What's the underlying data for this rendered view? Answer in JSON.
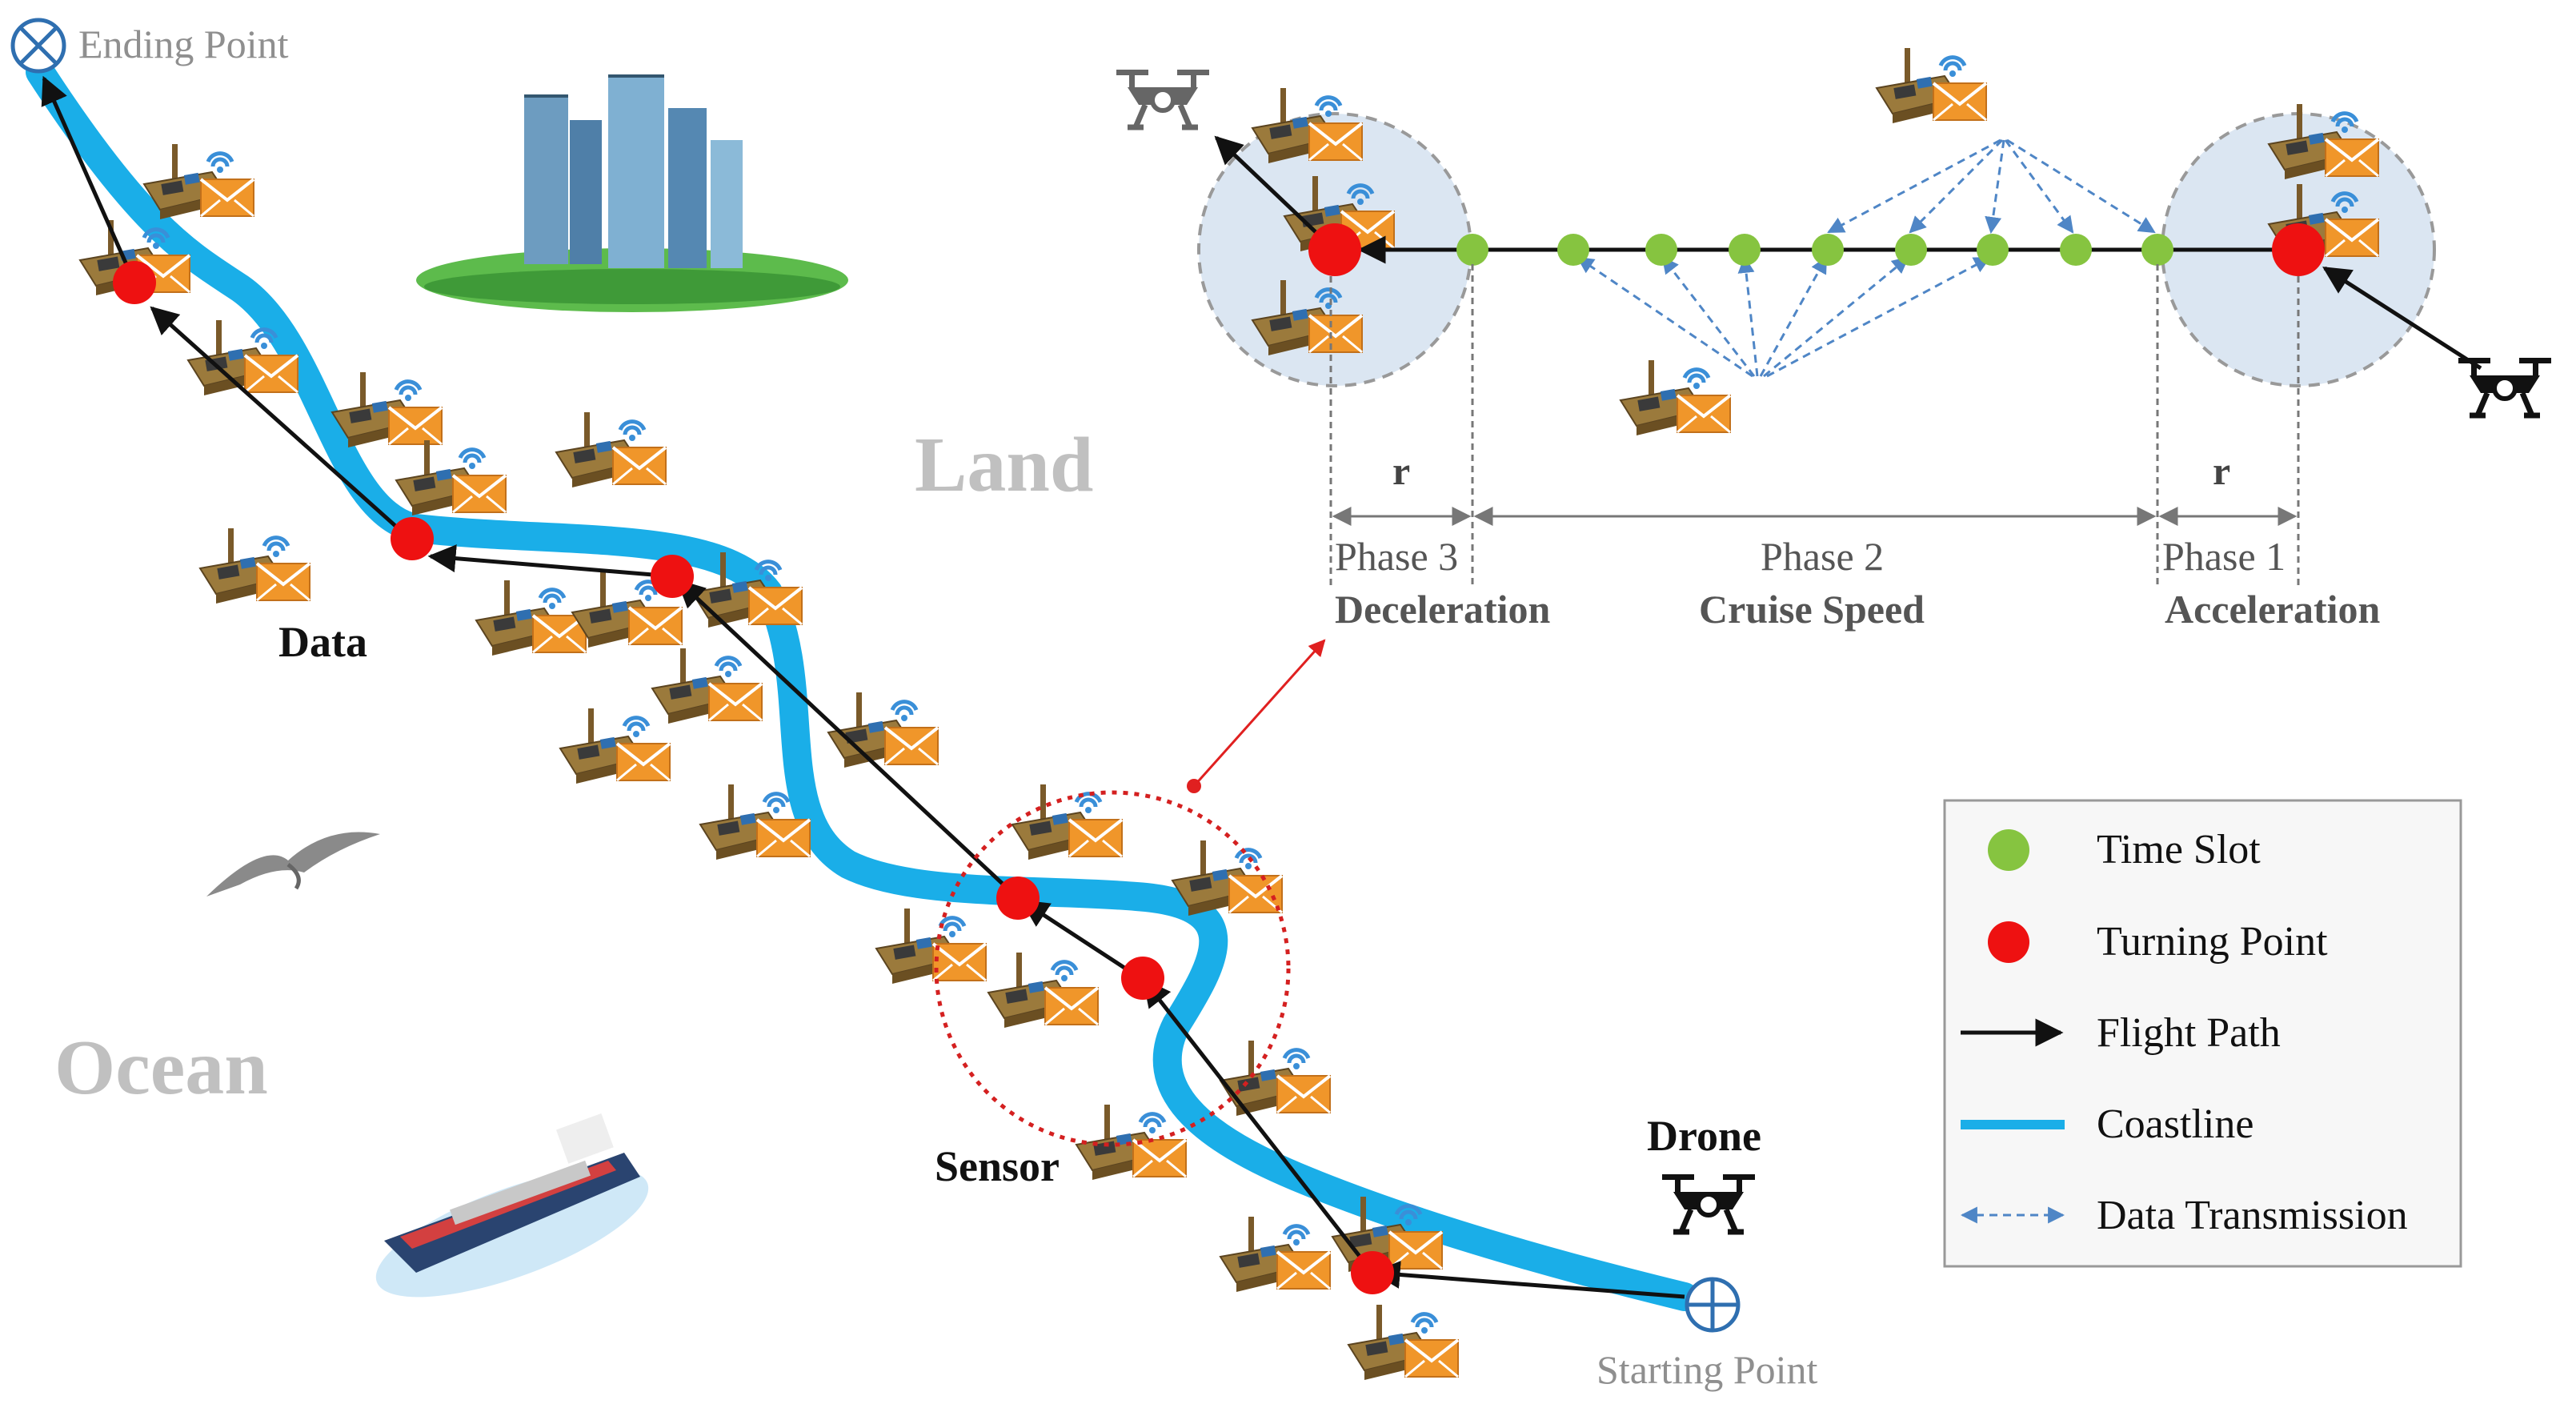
{
  "labels": {
    "land": "Land",
    "ocean": "Ocean",
    "data": "Data",
    "sensor": "Sensor",
    "drone": "Drone",
    "starting_point": "Starting Point",
    "ending_point": "Ending Point"
  },
  "phases": {
    "r_left": "r",
    "r_right": "r",
    "phase3": "Phase 3",
    "phase2": "Phase 2",
    "phase1": "Phase 1",
    "deceleration": "Deceleration",
    "cruise": "Cruise Speed",
    "acceleration": "Acceleration"
  },
  "legend": {
    "time_slot": "Time Slot",
    "turning_point": "Turning Point",
    "flight_path": "Flight Path",
    "coastline": "Coastline",
    "data_transmission": "Data Transmission"
  },
  "colors": {
    "coastline": "#1aaee8",
    "turning_point": "#ee1111",
    "time_slot": "#86c440",
    "data_transmission": "#4f86c6",
    "phase_circle_fill": "#dbe6f2",
    "envelope": "#f0962a",
    "zoom_circle": "#d42020"
  },
  "icons": {
    "drone": "drone-icon",
    "sensor": "sensor-node-icon",
    "envelope": "envelope-icon",
    "start": "crosshair-circle-icon",
    "end": "cross-circle-icon",
    "city": "city-island-icon",
    "bird": "seagull-icon",
    "ship": "ship-icon"
  }
}
